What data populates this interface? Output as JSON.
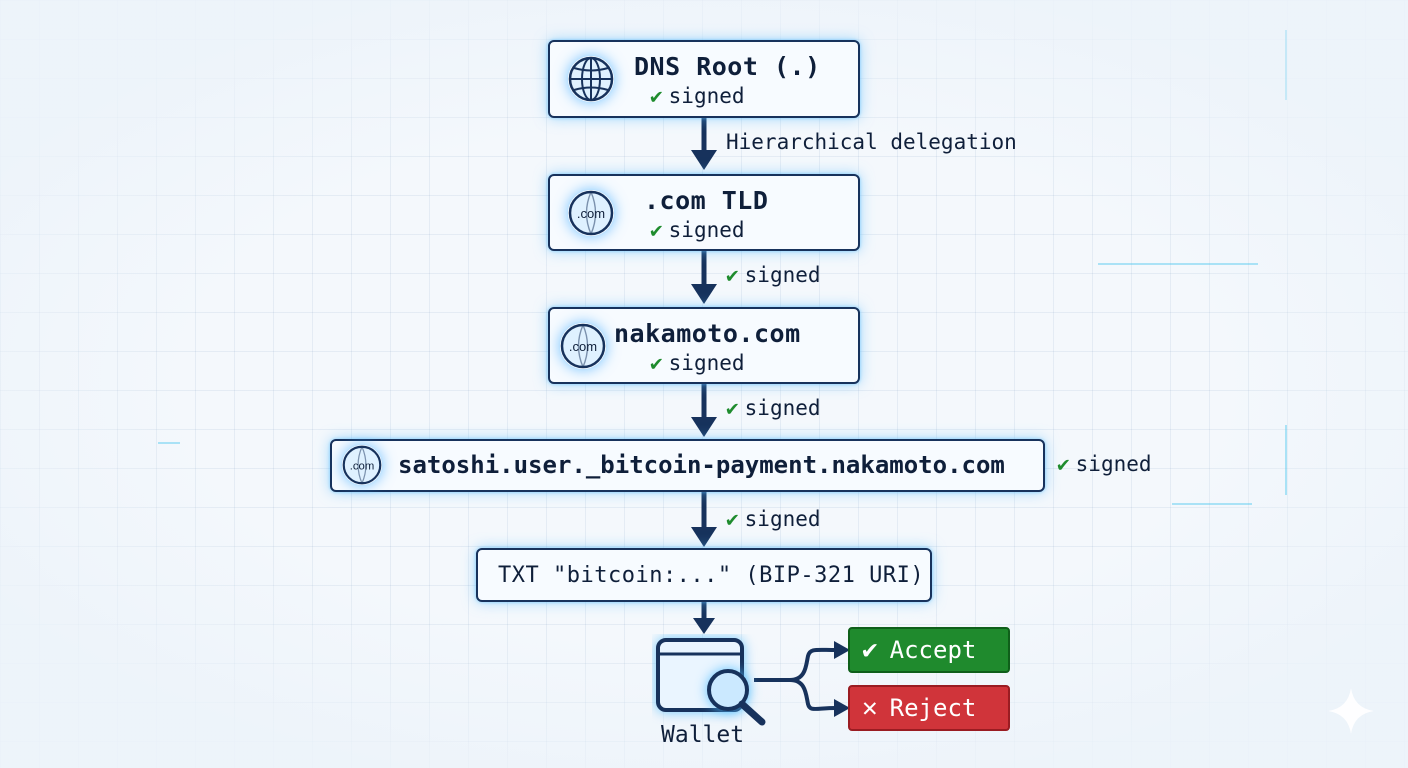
{
  "nodes": {
    "root": {
      "title": "DNS Root (.)",
      "status": "signed",
      "icon": "globe-icon"
    },
    "tld": {
      "title": ".com TLD",
      "status": "signed",
      "icon": "dot-com-globe-icon",
      "icon_text": ".com"
    },
    "domain": {
      "title": "nakamoto.com",
      "status": "signed",
      "icon": "dot-com-globe-icon",
      "icon_text": ".com"
    },
    "record_name": {
      "title": "satoshi.user._bitcoin-payment.nakamoto.com",
      "icon": "dot-com-globe-icon",
      "icon_text": ".com"
    },
    "txt": {
      "title": "TXT \"bitcoin:...\" (BIP-321 URI)"
    }
  },
  "edges": {
    "root_to_tld": "Hierarchical delegation",
    "tld_to_domain": "signed",
    "domain_to_record": "signed",
    "record_side": "signed",
    "record_to_txt": "signed"
  },
  "wallet": {
    "label": "Wallet",
    "icon": "wallet-magnifier-icon"
  },
  "decisions": {
    "accept": {
      "label": "Accept",
      "icon": "check-icon",
      "color": "#1f8a2d"
    },
    "reject": {
      "label": "Reject",
      "icon": "x-icon",
      "color": "#d0343a"
    }
  },
  "colors": {
    "node_border": "#17325c",
    "arrow": "#17325c",
    "check": "#1f8c2e",
    "glow": "#5abeff"
  }
}
